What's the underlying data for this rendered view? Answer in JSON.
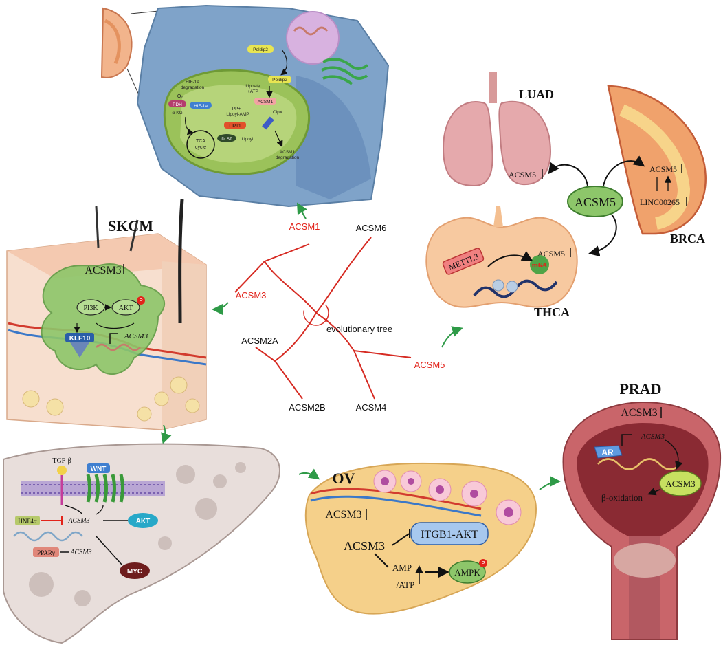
{
  "tree": {
    "center_label": "evolutionary tree",
    "nodes": {
      "acsm1": "ACSM1",
      "acsm3": "ACSM3",
      "acsm5": "ACSM5",
      "acsm6": "ACSM6",
      "acsm2a": "ACSM2A",
      "acsm2b": "ACSM2B",
      "acsm4": "ACSM4"
    }
  },
  "cell_panel": {
    "poldip2_top": "Poldip2",
    "poldip2_mid": "Poldip2",
    "lipoate": "Lipoate",
    "atp": "+ATP",
    "acsm1": "ACSM1",
    "pp": "PP+",
    "lipoyl_amp": "Lipoyl-AMP",
    "lipt1": "LIPT1",
    "clpx": "ClpX",
    "hif_deg_1": "HIF-1a",
    "hif_deg_2": "degradation",
    "o2": "O₂",
    "pdh": "PDH",
    "hif1a": "HIF-1a",
    "akg": "α-KG",
    "tca_1": "TCA",
    "tca_2": "cycle",
    "dlst": "DLST",
    "lipoyl": "Lipoyl",
    "acsm1_deg_1": "ACSM1",
    "acsm1_deg_2": "degradation"
  },
  "luad_panel": {
    "luad": "LUAD",
    "brca": "BRCA",
    "thca": "THCA",
    "acsm5_center": "ACSM5",
    "acsm5_lung": "ACSM5",
    "acsm5_breast": "ACSM5",
    "linc": "LINC00265",
    "acsm5_thyroid": "ACSM5",
    "mettl3": "METTL3",
    "m6a": "m6A"
  },
  "skcm_panel": {
    "title": "SKCM",
    "acsm3": "ACSM3",
    "pi3k": "PI3K",
    "akt": "AKT",
    "p": "P",
    "klf10": "KLF10",
    "acsm3_gene": "ACSM3"
  },
  "liver_panel": {
    "tgfb": "TGF-β",
    "wnt": "WNT",
    "hnf4a": "HNF4α",
    "acsm3_gene": "ACSM3",
    "akt": "AKT",
    "myc": "MYC",
    "ppar": "PPARγ",
    "acsm3_gene2": "ACSM3"
  },
  "ov_panel": {
    "title": "OV",
    "acsm3_level": "ACSM3",
    "acsm3": "ACSM3",
    "itgb1": "ITGB1-AKT",
    "amp": "AMP",
    "atp": "/ATP",
    "ampk": "AMPK",
    "p": "P"
  },
  "prad_panel": {
    "title": "PRAD",
    "acsm3_level": "ACSM3",
    "ar": "AR",
    "acsm3_gene": "ACSM3",
    "acsm3": "ACSM3",
    "beta_ox": "β-oxidation"
  },
  "colors": {
    "red_accent": "#e2231a",
    "green_arrow": "#2e9a47",
    "node_green": "#8dc66a",
    "cell_blue": "#7fa3c9",
    "mito_green": "#9bc25a"
  }
}
